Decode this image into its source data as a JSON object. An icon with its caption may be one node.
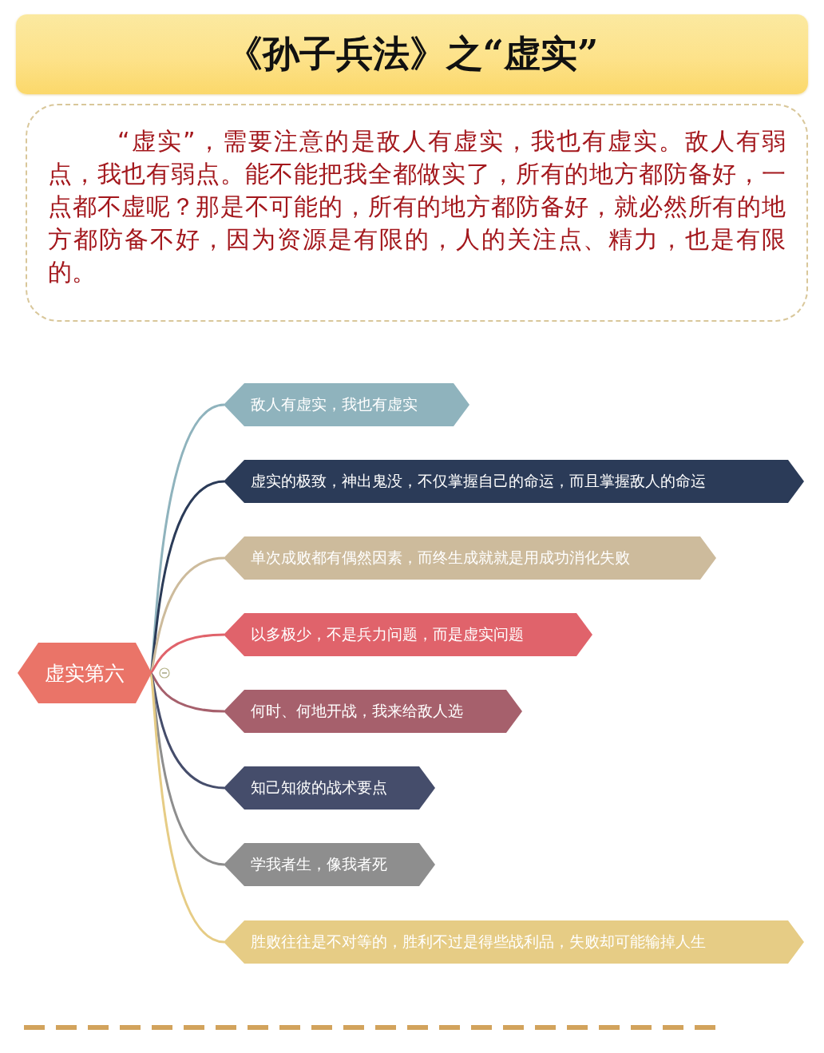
{
  "diagram": {
    "title": "《孙子兵法》之“虚实”",
    "nodes": [
      {
        "text": [
          "“虚实”，需要注意的是敌人有虚实，我也有虚实。敌人有弱点，我也有弱点。能不能把我全都做实了，所有的地方都防备好，一点都不虚呢？那是不可能的，所有的地方都防备好，就必然所有的地方都防备不好，因为资源是有限的，人的关注点、精力，也是有限的。"
        ]
      },
      {
        "text": [
          "虚实第六"
        ]
      },
      {
        "text": [
          "敌人有虚实，我也有虚实"
        ]
      },
      {
        "text": [
          "虚实的极致，神出鬼没，不仅掌握自己的命运，而且掌握敌人的命运"
        ]
      },
      {
        "text": [
          "单次成败都有偶然因素，而终生成就就是用成功消化失败"
        ]
      },
      {
        "text": [
          "以多极少，不是兵力问题，而是虚实问题"
        ]
      },
      {
        "text": [
          "何时、何地开战，我来给敌人选"
        ]
      },
      {
        "text": [
          "知己知彼的战术要点"
        ]
      },
      {
        "text": [
          "学我者生，像我者死"
        ]
      },
      {
        "text": [
          "胜败往往是不对等的，胜利不过是得些战利品，失败却可能输掉人生"
        ]
      }
    ],
    "edges": [
      {
        "from": 1,
        "to": 2,
        "arrow": "none",
        "color": "#8fb3bd"
      },
      {
        "from": 1,
        "to": 3,
        "arrow": "none",
        "color": "#2b3b58"
      },
      {
        "from": 1,
        "to": 4,
        "arrow": "none",
        "color": "#cdbb9c"
      },
      {
        "from": 1,
        "to": 5,
        "arrow": "none",
        "color": "#e0636b"
      },
      {
        "from": 1,
        "to": 6,
        "arrow": "none",
        "color": "#a6606c"
      },
      {
        "from": 1,
        "to": 7,
        "arrow": "none",
        "color": "#454d6b"
      },
      {
        "from": 1,
        "to": 8,
        "arrow": "none",
        "color": "#8e8e8e"
      },
      {
        "from": 1,
        "to": 9,
        "arrow": "none",
        "color": "#e6cc85"
      }
    ]
  }
}
